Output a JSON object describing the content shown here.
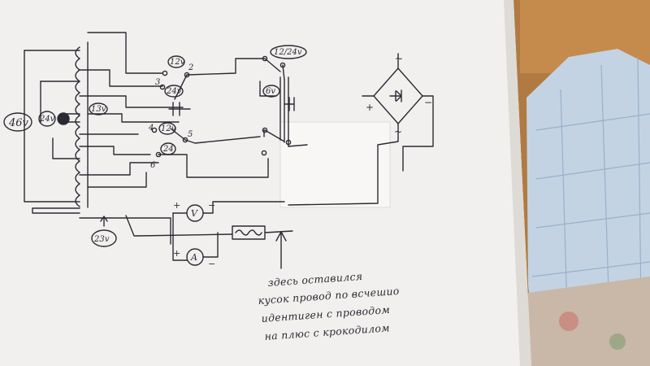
{
  "colors": {
    "table": "#b07a42",
    "paper": "#f1f0ee",
    "paper_shadow": "#d9d6d2",
    "ink": "#2b2a33",
    "cloth": "#c3d3e3",
    "cloth_line": "#8fa8c6",
    "patch": "#f6f5f3"
  },
  "labels": {
    "v46": "46v",
    "v24_left": "24v",
    "v13": "13v",
    "v23": "23v",
    "v12_top": "12v",
    "v24_mid": "24v",
    "v12_low": "12v",
    "v24_low": "24",
    "v1224": "12/24v",
    "v6": "6v",
    "n2": "2",
    "n3": "3",
    "n4": "4",
    "n5": "5",
    "n6": "6",
    "voltmeter": "V",
    "ammeter": "A",
    "plus_v": "+",
    "minus_v": "−",
    "plus_a": "+",
    "minus_a": "−",
    "bridge_ac_top": "~",
    "bridge_ac_bottom": "~",
    "bridge_plus": "+",
    "bridge_minus": "−"
  },
  "note": {
    "line1": "здесь оставился",
    "line2": "кусок провод по всчешио",
    "line3": "идентиген с проводом",
    "line4": "на плюс с крокодилом"
  }
}
